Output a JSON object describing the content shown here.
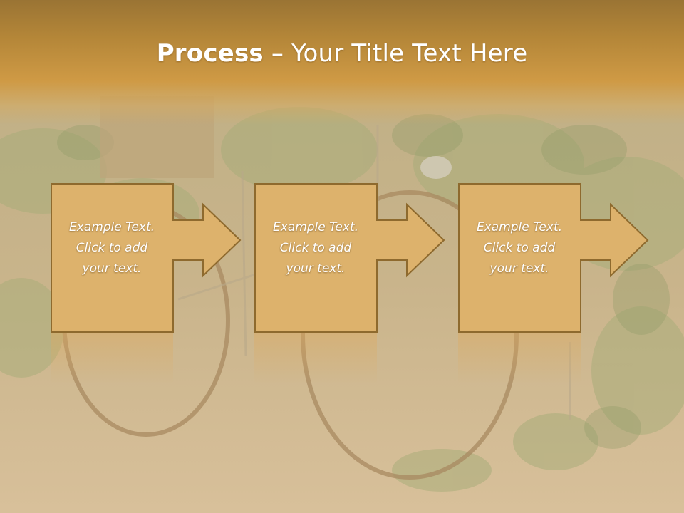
{
  "slide": {
    "title_bold": "Process",
    "title_rest": " – Your Title Text Here",
    "steps": [
      {
        "text": "Example Text.\nClick  to add\nyour text."
      },
      {
        "text": "Example Text.\nClick  to add\nyour text."
      },
      {
        "text": "Example Text.\nClick  to add\nyour text."
      }
    ]
  },
  "colors": {
    "box_fill": "#ddb26c",
    "box_stroke": "#8e6a2e",
    "title_band": "#cf9a45"
  }
}
